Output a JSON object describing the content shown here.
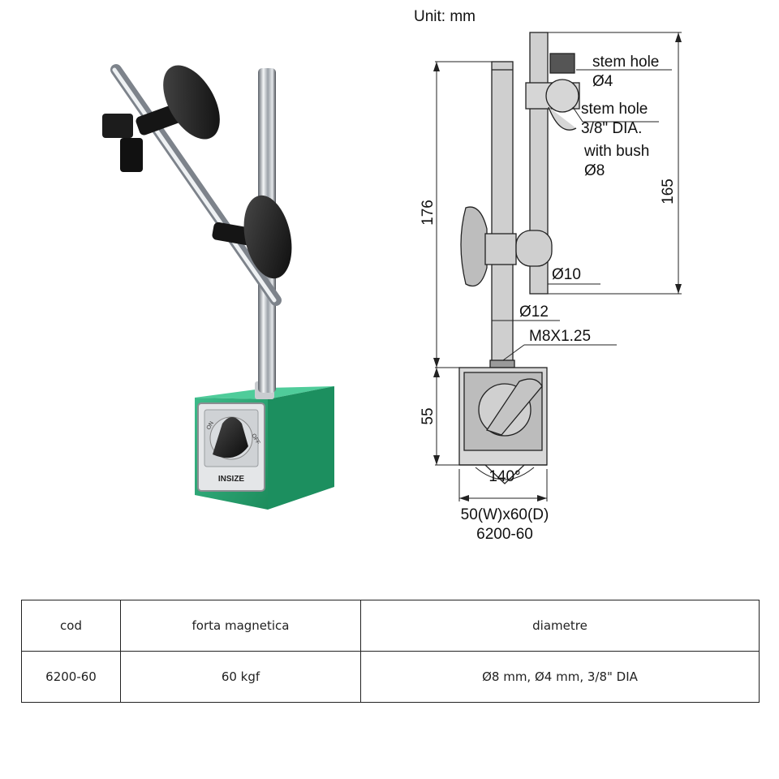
{
  "photo": {
    "brand": "INSIZE",
    "switch_on": "ON",
    "switch_off": "OFF"
  },
  "drawing": {
    "unit": "Unit: mm",
    "stem_hole_label": "stem hole",
    "stem_hole_dia": "Ø4",
    "stem_hole2_label": "stem hole",
    "stem_hole2_dia": "3/8\" DIA.",
    "bush_label": "with bush",
    "bush_dia": "Ø8",
    "height_total": "176",
    "height_upper": "165",
    "rod_dia_small": "Ø10",
    "rod_dia_large": "Ø12",
    "thread": "M8X1.25",
    "base_height": "55",
    "v_angle": "140°",
    "base_size": "50(W)x60(D)",
    "model": "6200-60"
  },
  "table": {
    "headers": [
      "cod",
      "forta magnetica",
      "diametre"
    ],
    "rows": [
      [
        "6200-60",
        "60 kgf",
        "Ø8 mm, Ø4 mm, 3/8\" DIA"
      ]
    ]
  }
}
